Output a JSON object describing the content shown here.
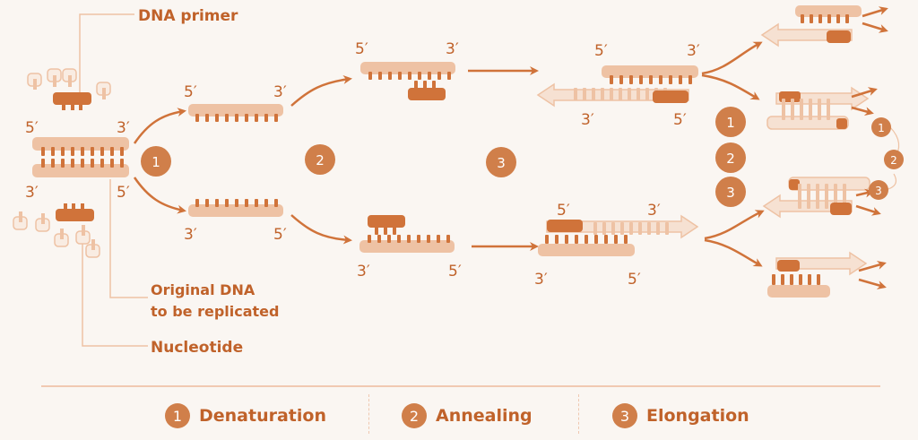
{
  "colors": {
    "background": "#faf6f2",
    "accent": "#c0622a",
    "dark_strand": "#d0733a",
    "light_strand": "#eec2a4",
    "pale_strand": "#f6e1d2",
    "badge": "#d07f4a",
    "rule": "#f1c9b2"
  },
  "callouts": {
    "primer": "DNA primer",
    "original_line1": "Original DNA",
    "original_line2": "to be replicated",
    "nucleotide": "Nucleotide"
  },
  "ends": {
    "five": "5′",
    "three": "3′"
  },
  "steps": [
    {
      "number": "1",
      "name": "Denaturation"
    },
    {
      "number": "2",
      "name": "Annealing"
    },
    {
      "number": "3",
      "name": "Elongation"
    }
  ],
  "legend": {
    "items": [
      {
        "number": "1",
        "label": "Denaturation"
      },
      {
        "number": "2",
        "label": "Annealing"
      },
      {
        "number": "3",
        "label": "Elongation"
      }
    ]
  }
}
